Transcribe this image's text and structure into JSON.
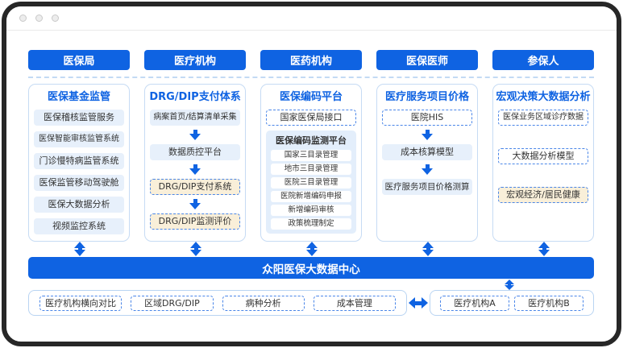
{
  "window": {
    "type": "mock-browser-window",
    "dot_count": 3
  },
  "columns": [
    {
      "header": "医保局",
      "title": "医保基金监管",
      "items": [
        "医保稽核监管服务",
        "医保智能审核监管系统",
        "门诊慢特病监管系统",
        "医保监管移动驾驶舱",
        "医保大数据分析",
        "视频监控系统"
      ]
    },
    {
      "header": "医疗机构",
      "title": "DRG/DIP支付体系",
      "items": [
        "病案首页/结算清单采集",
        "数据质控平台",
        "DRG/DIP支付系统",
        "DRG/DIP监测评价"
      ]
    },
    {
      "header": "医药机构",
      "title": "医保编码平台",
      "items": [
        "国家医保局接口"
      ],
      "subgroup": {
        "title": "医保编码监测平台",
        "items": [
          "国家三目录管理",
          "地市三目录管理",
          "医院三目录管理",
          "医院新增编码申报",
          "新增编码审核",
          "政策梳理制定"
        ]
      }
    },
    {
      "header": "医保医师",
      "title": "医疗服务项目价格",
      "items": [
        "医院HIS",
        "成本核算模型",
        "医疗服务项目价格测算"
      ]
    },
    {
      "header": "参保人",
      "title": "宏观决策大数据分析",
      "items": [
        "医保业务区域诊疗数据",
        "大数据分析模型",
        "宏观经济/居民健康"
      ]
    }
  ],
  "data_center_bar": {
    "label": "众阳医保大数据中心"
  },
  "bottom": {
    "analysis_items": [
      "医疗机构横向对比",
      "区域DRG/DIP",
      "病种分析",
      "成本管理"
    ],
    "org_items": [
      "医疗机构A",
      "医疗机构B"
    ]
  },
  "colors": {
    "primary_blue": "#0f63e2",
    "light_blue_fill": "#e7f0fb",
    "subgroup_fill": "#e3eefb",
    "cream_fill": "#f9efd9",
    "dashed_border": "#4a86e8",
    "card_border": "#c6dbf4",
    "text_dark": "#333333",
    "frame_dark": "#272727"
  }
}
